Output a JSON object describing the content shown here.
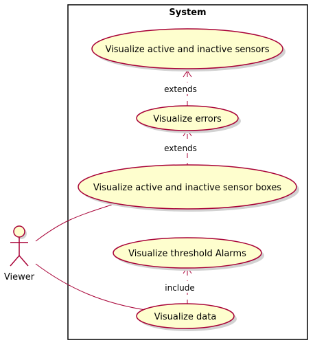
{
  "system": {
    "title": "System"
  },
  "actor": {
    "name": "Viewer"
  },
  "use_cases": {
    "active_inactive_sensors": "Visualize active and inactive sensors",
    "errors": "Visualize errors",
    "sensor_boxes": "Visualize active and inactive sensor boxes",
    "threshold_alarms": "Visualize threshold Alarms",
    "data": "Visualize data"
  },
  "relations": {
    "errors_to_sensors": "extends",
    "boxes_to_errors": "extends",
    "data_to_alarms": "include"
  },
  "colors": {
    "use_case_fill": "#FEFECE",
    "stroke": "#A80036",
    "boundary": "#000000",
    "shadow": "#D2D2D2"
  }
}
